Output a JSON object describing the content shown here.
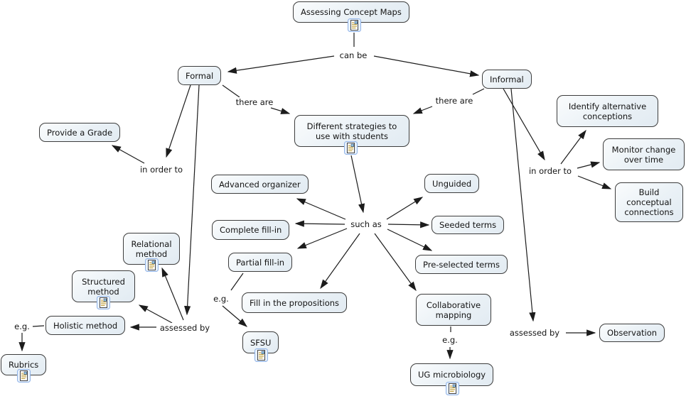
{
  "title": "Assessing Concept Maps concept map",
  "colors": {
    "background": "#ffffff",
    "node_fill": "#e9f1f6",
    "node_border": "#3d3d3d",
    "line": "#1c1c1c",
    "icon_frame": "#8fb3e8",
    "icon_page": "#ffffff",
    "icon_lines": "#c3a443",
    "icon_thumb": "#8fc3e0"
  },
  "concepts": {
    "assessing": {
      "label": "Assessing Concept Maps",
      "has_icon": true
    },
    "formal": {
      "label": "Formal"
    },
    "informal": {
      "label": "Informal"
    },
    "strategies": {
      "label": "Different strategies to use with students",
      "has_icon": true
    },
    "provide_grade": {
      "label": "Provide a Grade"
    },
    "identify": {
      "label": "Identify alternative conceptions"
    },
    "monitor": {
      "label": "Monitor change over time"
    },
    "build": {
      "label": "Build conceptual connections"
    },
    "advanced": {
      "label": "Advanced organizer"
    },
    "complete": {
      "label": "Complete fill-in"
    },
    "partial": {
      "label": "Partial fill-in"
    },
    "unguided": {
      "label": "Unguided"
    },
    "seeded": {
      "label": "Seeded terms"
    },
    "preselected": {
      "label": "Pre-selected terms"
    },
    "fill_props": {
      "label": "Fill in the propositions"
    },
    "collab": {
      "label": "Collaborative mapping"
    },
    "sfsu": {
      "label": "SFSU",
      "has_icon": true
    },
    "ug_micro": {
      "label": "UG microbiology",
      "has_icon": true
    },
    "relational": {
      "label": "Relational method",
      "has_icon": true
    },
    "structured": {
      "label": "Structured method",
      "has_icon": true
    },
    "holistic": {
      "label": "Holistic method"
    },
    "rubrics": {
      "label": "Rubrics",
      "has_icon": true
    },
    "observation": {
      "label": "Observation"
    }
  },
  "links": {
    "can_be": "can be",
    "there_are_left": "there are",
    "there_are_right": "there are",
    "in_order_to_left": "in order to",
    "in_order_to_right": "in order to",
    "such_as": "such as",
    "assessed_by_left": "assessed by",
    "assessed_by_right": "assessed by",
    "eg_sfsu": "e.g.",
    "eg_ug": "e.g.",
    "eg_rubrics": "e.g."
  }
}
